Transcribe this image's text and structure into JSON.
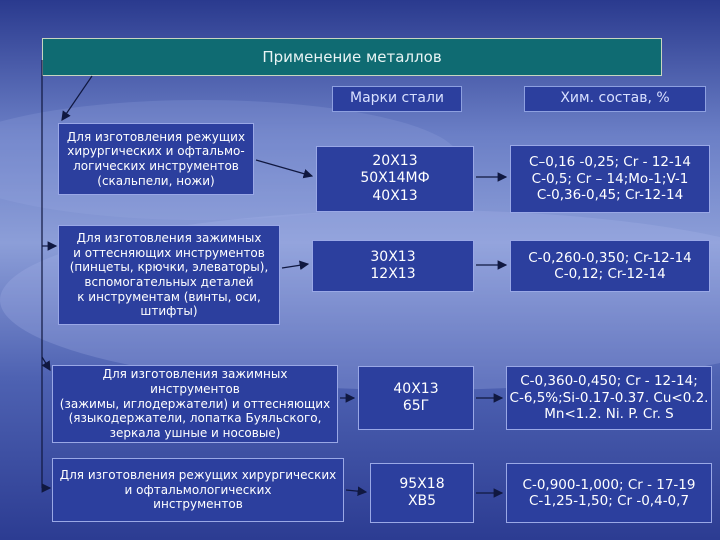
{
  "title": "Применение металлов",
  "headers": {
    "grades": "Марки стали",
    "composition": "Хим. состав, %"
  },
  "rows": [
    {
      "application": "Для изготовления режущих\nхирургических и офтальмо-\nлогических инструментов\n(скальпели, ножи)",
      "grades": "20Х13\n50Х14МФ\n40Х13",
      "composition": "С–0,16 -0,25; Cr - 12-14\nС-0,5; Cr – 14;Mo-1;V-1\nС-0,36-0,45; Cr-12-14"
    },
    {
      "application": "Для изготовления зажимных\nи оттесняющих инструментов\n(пинцеты, крючки, элеваторы),\nвспомогательных деталей\nк инструментам (винты, оси,\nштифты)",
      "grades": "30Х13\n12Х13",
      "composition": "С-0,260-0,350; Cr-12-14\nС-0,12; Cr-12-14"
    },
    {
      "application": "Для изготовления зажимных инструментов\n(зажимы, иглодержатели) и оттесняющих\n(языкодержатели, лопатка Буяльского,\nзеркала ушные и носовые)",
      "grades": "40Х13\n65Г",
      "composition": "С-0,360-0,450; Cr - 12-14;\nС-6,5%;Si-0.17-0.37. Cu<0.2.\nMn<1.2. Ni. P. Cr. S"
    },
    {
      "application": "Для изготовления режущих хирургических\nи офтальмологических\nинструментов",
      "grades": "95Х18\nХВ5",
      "composition": "С-0,900-1,000; Cr - 17-19\nС-1,25-1,50; Cr -0,4-0,7"
    }
  ]
}
